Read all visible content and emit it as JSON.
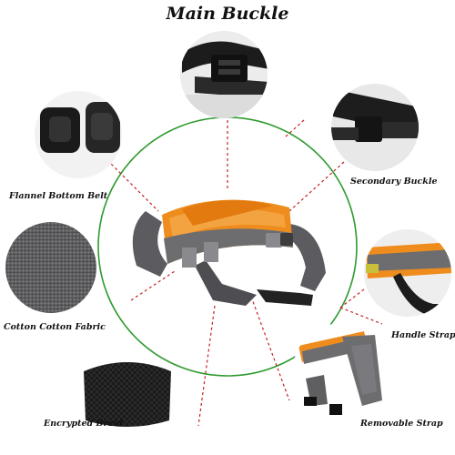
{
  "title": "Main Buckle",
  "labels": {
    "flannel": "Flannel Bottom Belt",
    "secondary": "Secondary Buckle",
    "cotton": "Cotton Cotton Fabric",
    "handle": "Handle Strap",
    "braid": "Encrypted Braid",
    "removable": "Removable Strap"
  },
  "colors": {
    "ring": "#2e9a2e",
    "leader": "#c22222",
    "strap_gray": "#6e6e72",
    "orange": "#f08a1a",
    "black": "#1b1b1b"
  },
  "icons": {
    "main_buckle": "buckle-photo",
    "secondary_buckle": "buckle-photo",
    "flannel": "padded-belt-photo",
    "cotton": "fabric-swatch-photo",
    "handle": "strap-detail-photo",
    "braid": "webbing-photo",
    "removable": "strap-parts-photo",
    "center": "transfer-belt-photo"
  }
}
